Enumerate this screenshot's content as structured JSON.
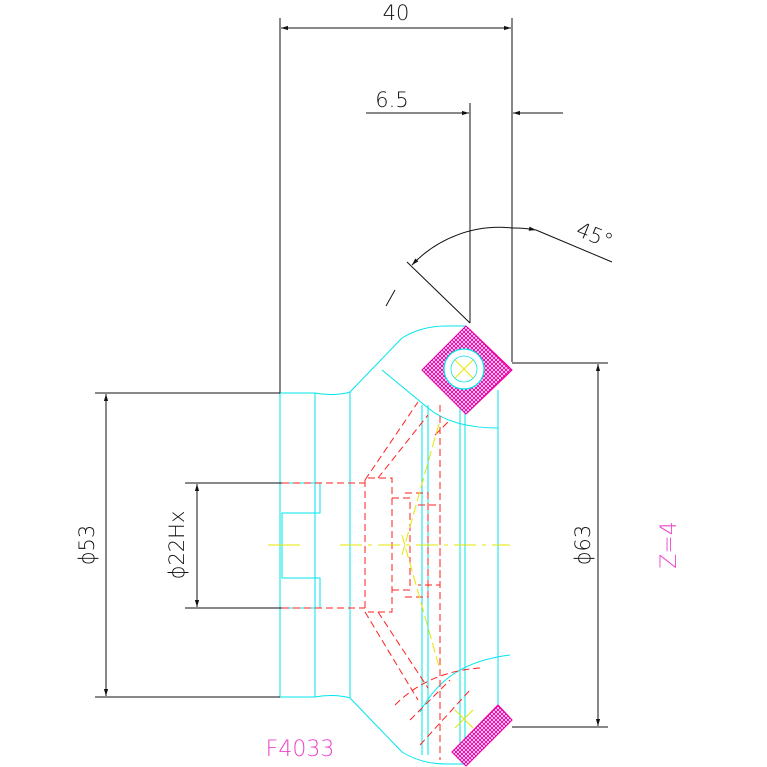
{
  "dimensions": {
    "width_top": "40",
    "offset": "6.5",
    "angle": "45°",
    "dia_left": "ϕ53",
    "dia_bore": "ϕ22Hx",
    "dia_right": "ϕ63"
  },
  "annotations": {
    "part_number": "F4033",
    "teeth": "Z=4"
  },
  "colors": {
    "outline": "#00e5ee",
    "hidden": "#ff2020",
    "center": "#e6e600",
    "hatch": "#ee00aa",
    "dimension": "#111111",
    "annotation": "#ee44cc"
  }
}
